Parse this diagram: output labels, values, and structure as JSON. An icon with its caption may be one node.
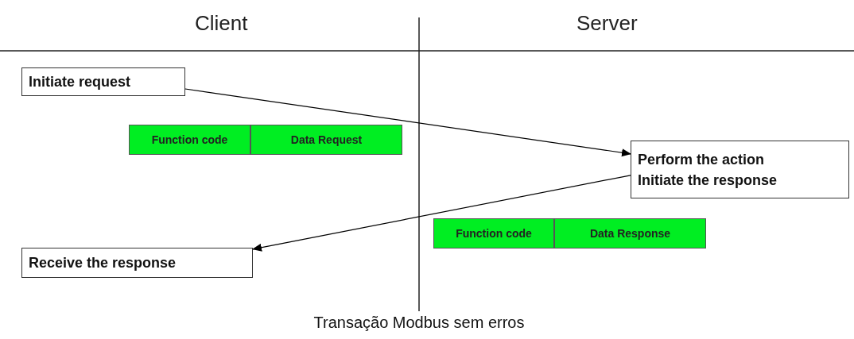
{
  "diagram": {
    "caption": "Transação Modbus sem erros",
    "nodes": [
      {
        "text": [
          "Initiate request"
        ]
      },
      {
        "text": [
          "Perform the action",
          "Initiate the response"
        ]
      },
      {
        "text": [
          "Receive the response"
        ]
      },
      {
        "text": [
          "Function code"
        ]
      },
      {
        "text": [
          "Data Request"
        ]
      },
      {
        "text": [
          "Function code"
        ]
      },
      {
        "text": [
          "Data Response"
        ]
      }
    ],
    "edges": [
      {
        "from": 0,
        "to": 1,
        "arrow": "to"
      },
      {
        "from": 1,
        "to": 2,
        "arrow": "to"
      }
    ],
    "labels": [
      "Client",
      "Server"
    ]
  }
}
